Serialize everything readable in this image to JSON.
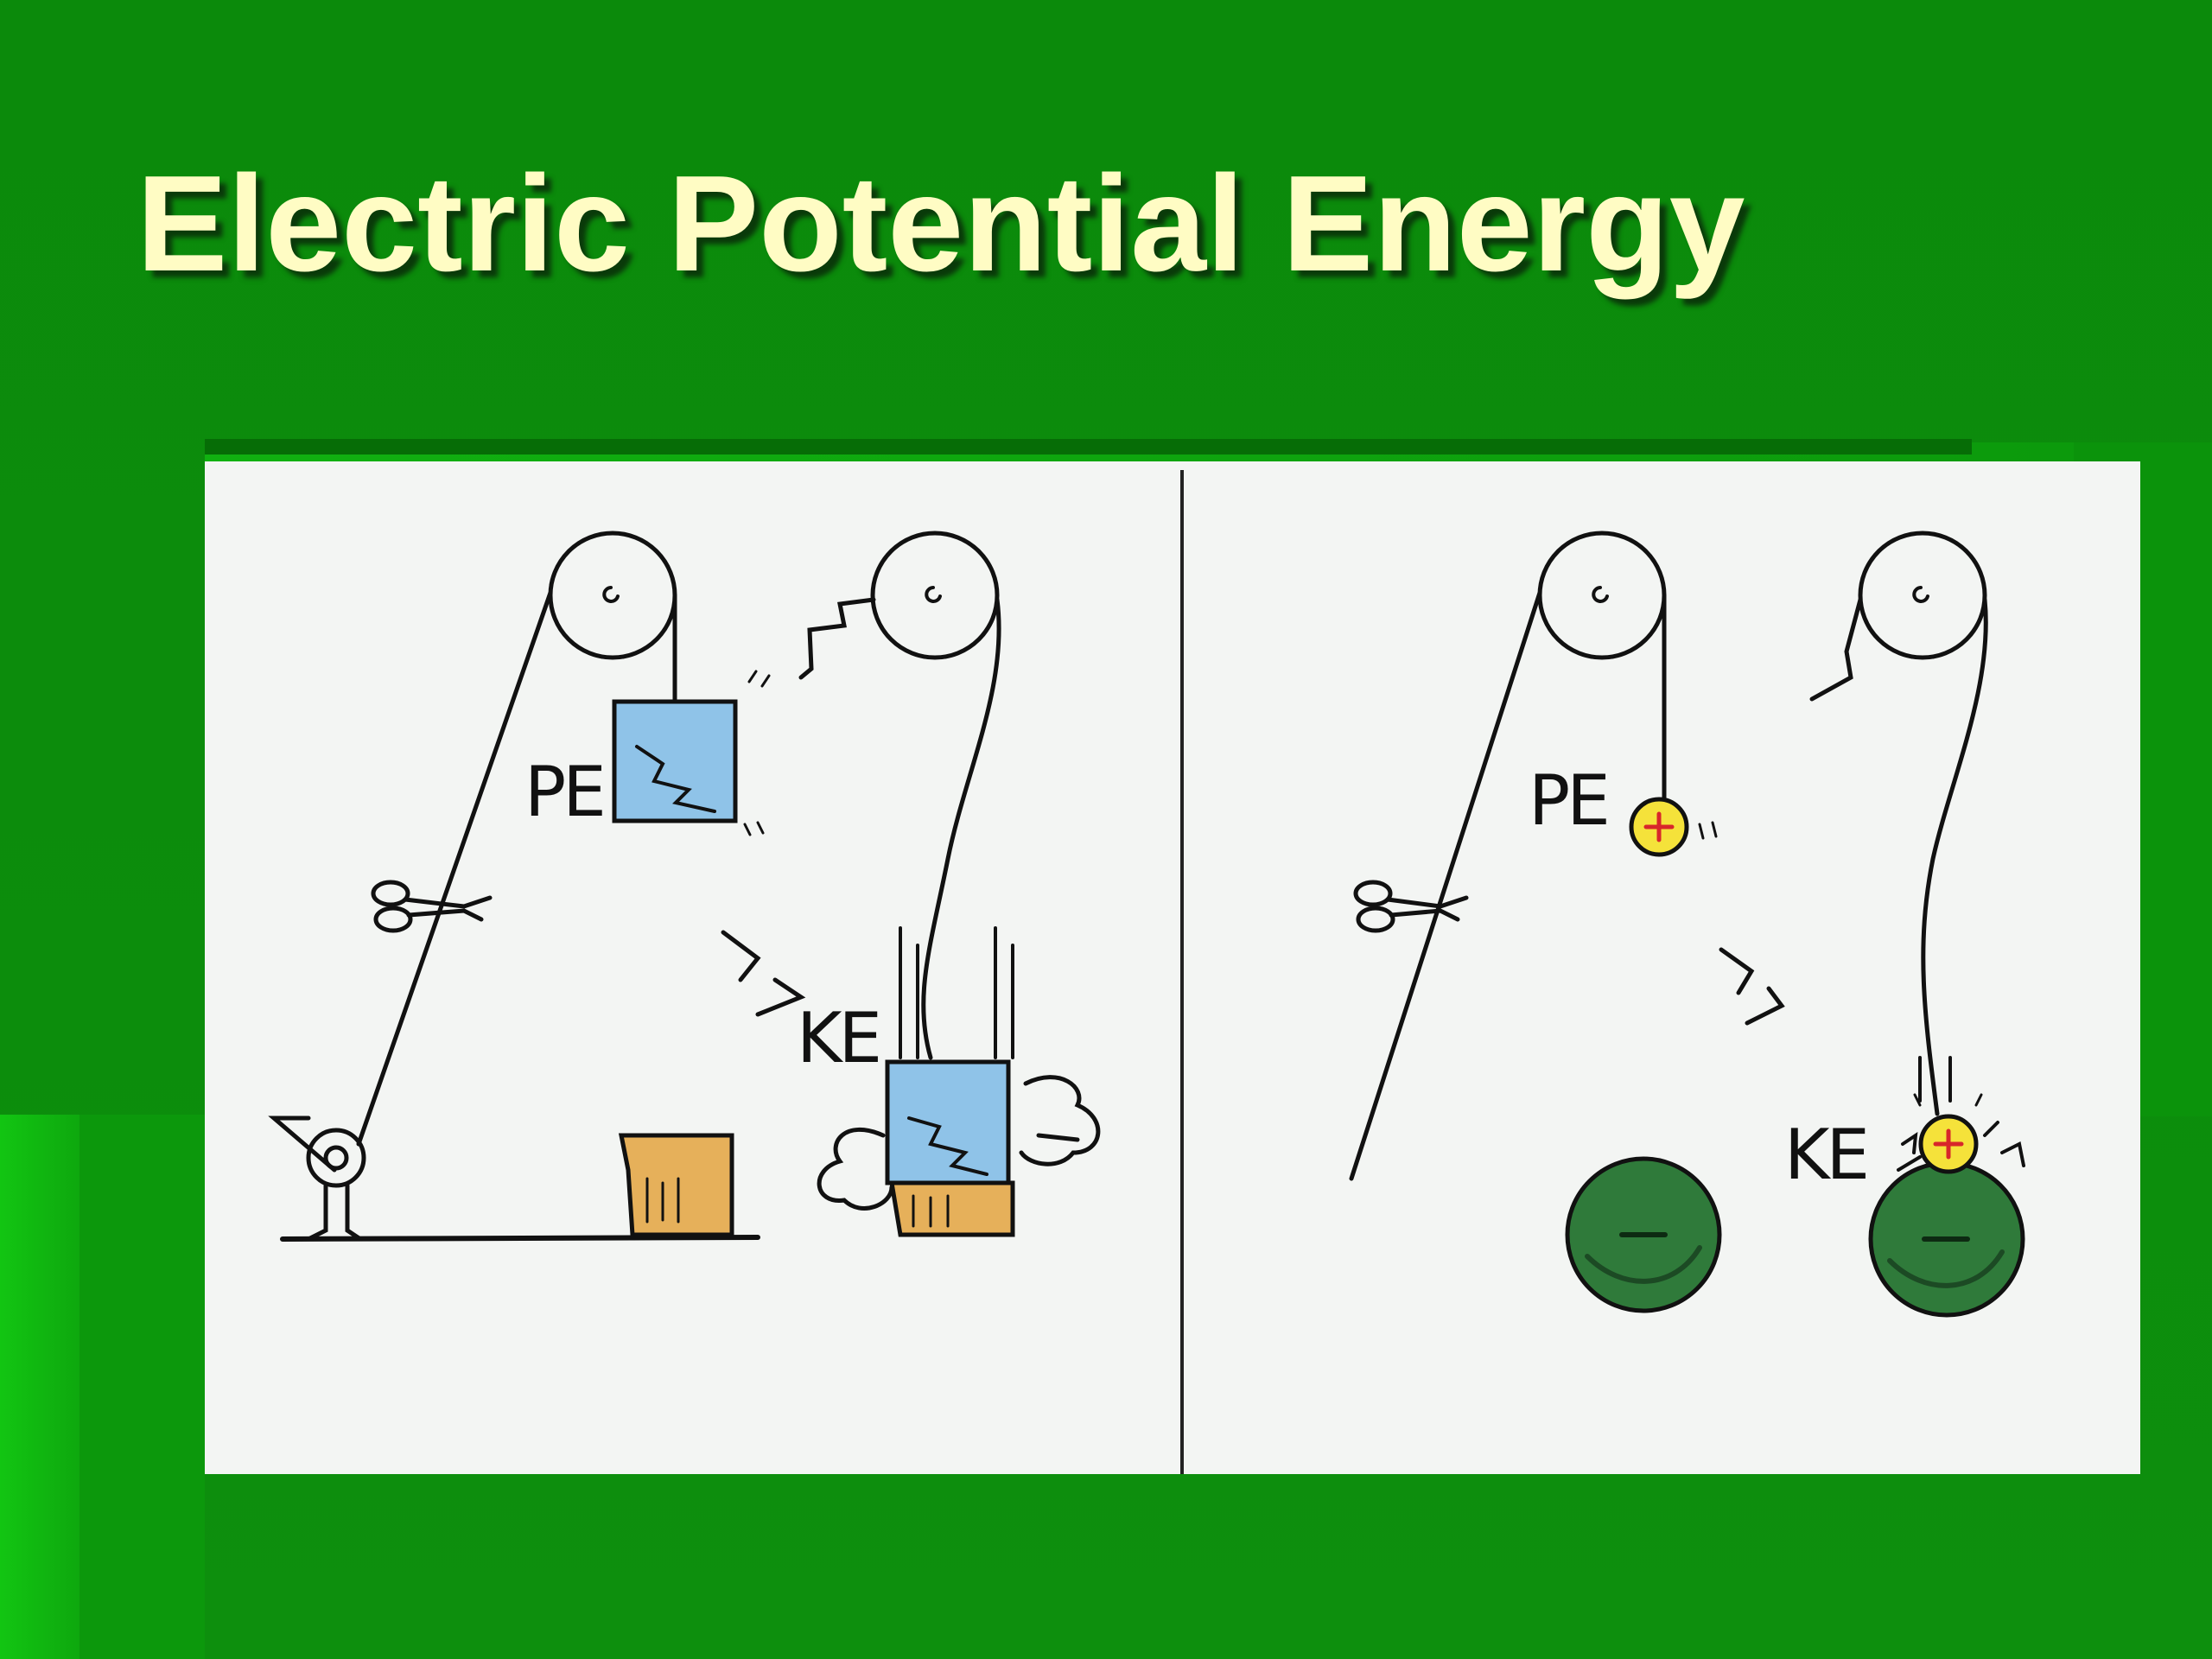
{
  "slide": {
    "title": "Electric Potential Energy"
  },
  "figure": {
    "left_panel": {
      "label_pe": "PE",
      "label_ke": "KE"
    },
    "right_panel": {
      "label_pe": "PE",
      "label_ke": "KE",
      "positive_charge_symbol": "+",
      "negative_charge_symbol": "−"
    }
  },
  "colors": {
    "background_green": "#0a8a0a",
    "title_cream": "#fffcc4",
    "block_blue": "#8fc3e8",
    "box_orange": "#e6b05a",
    "charge_yellow": "#f5e23a",
    "sphere_green": "#2f7a3a",
    "plus_red": "#d8262a"
  }
}
